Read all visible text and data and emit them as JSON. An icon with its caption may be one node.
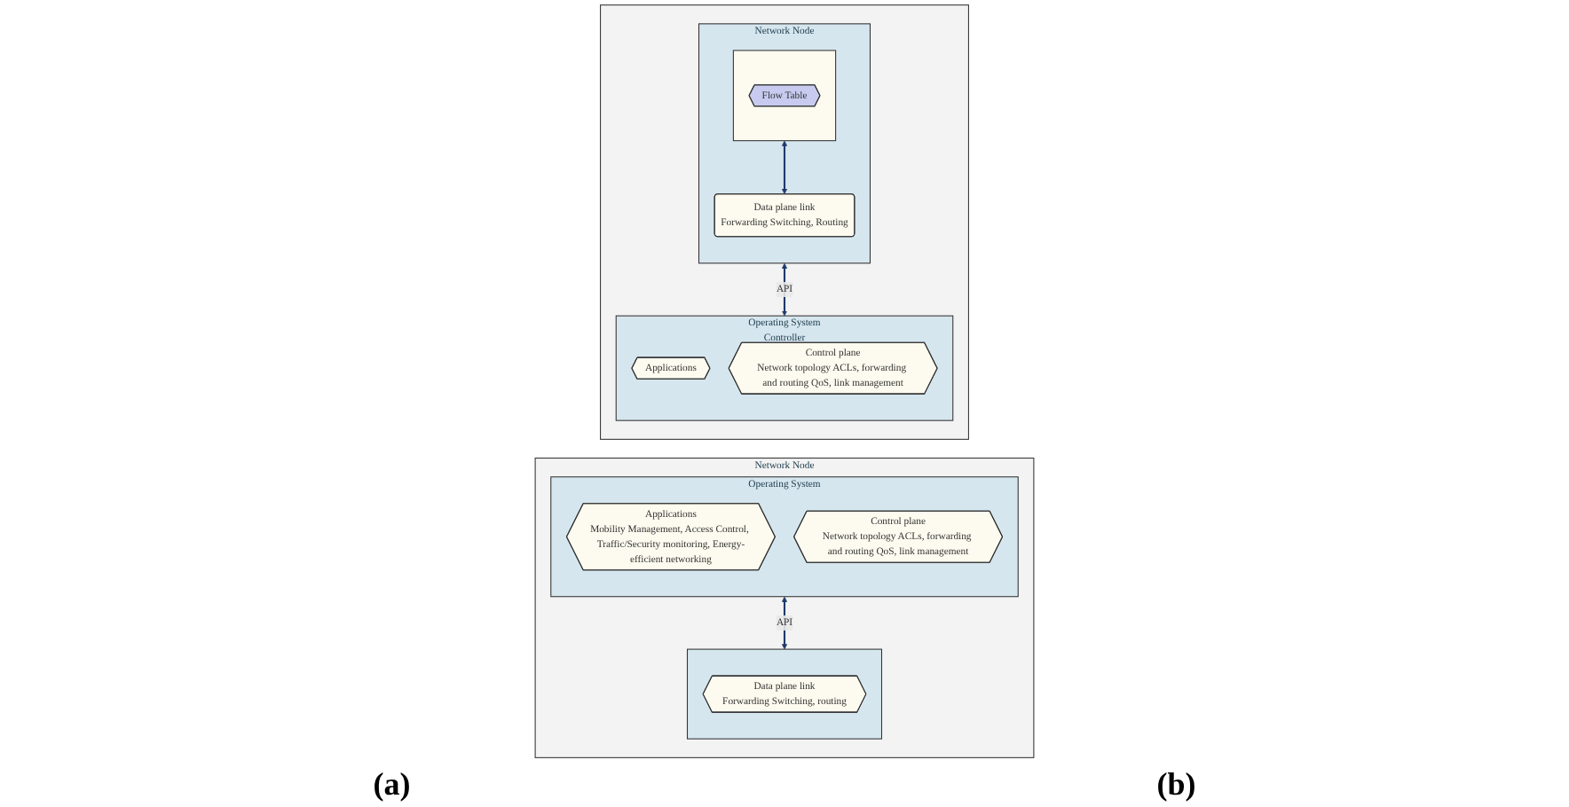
{
  "diagram": {
    "nodes": [
      {
        "text": [
          "Network Node"
        ]
      },
      {
        "text": [
          "Operating System"
        ],
        "in": 0
      },
      {
        "text": [
          "Applications",
          "Mobility Management, Access Control, Traffic/Security monitoring, Energy-efficient networking"
        ],
        "in": 1
      },
      {
        "text": [
          "Control plane",
          "Network topology ACLs, forwarding and routing QoS, link management"
        ],
        "in": 1
      },
      {
        "text": [],
        "shape": "band",
        "in": 0
      },
      {
        "text": [
          "Data plane link",
          "Forwarding Switching, routing"
        ],
        "in": 4
      },
      {
        "text": [],
        "shape": "box"
      },
      {
        "text": [
          "Network Node"
        ],
        "in": 6
      },
      {
        "text": [],
        "shape": "box",
        "in": 7
      },
      {
        "text": [
          "Flow Table"
        ],
        "in": 8
      },
      {
        "text": [
          "Data plane link",
          "Forwarding Switching, Routing"
        ],
        "in": 7
      },
      {
        "text": [
          "Operating System",
          "Controller"
        ],
        "in": 6
      },
      {
        "text": [
          "Applications"
        ],
        "in": 11
      },
      {
        "text": [
          "Control plane",
          "Network topology ACLs, forwarding and routing QoS, link management"
        ],
        "in": 11
      }
    ],
    "edges": [
      {
        "from": 1,
        "to": 4,
        "arrow": "both",
        "label": "API"
      },
      {
        "from": 8,
        "to": 10,
        "arrow": "both"
      },
      {
        "from": 7,
        "to": 11,
        "arrow": "both",
        "label": "API"
      }
    ],
    "labels": [
      "(a)",
      "(b)"
    ]
  }
}
